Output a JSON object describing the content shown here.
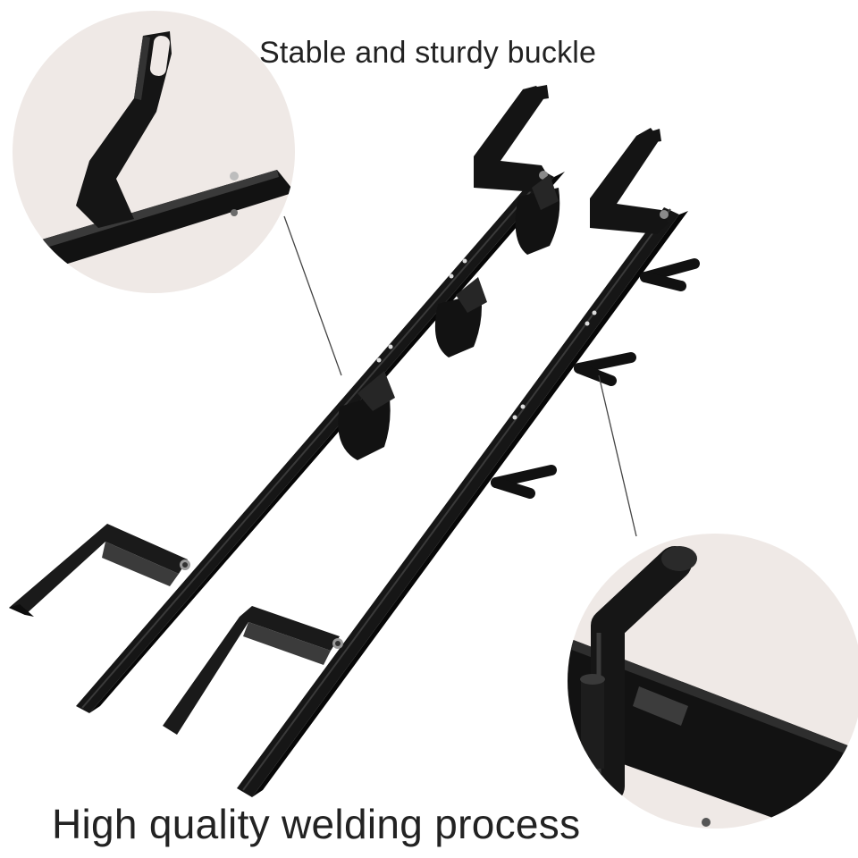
{
  "captions": {
    "top": "Stable and sturdy buckle",
    "bottom": "High quality welding process"
  },
  "colors": {
    "background": "#ffffff",
    "metal": "#1b1b1b",
    "metal_highlight": "#3a3a3a",
    "inset_background": "#efe9e6",
    "caption_text": "#222222"
  },
  "figures": {
    "rack_front": "long-rack-with-cradles",
    "rack_back": "long-rack-with-hooks",
    "inset_top": "buckle-closeup",
    "inset_bottom": "weld-closeup"
  }
}
